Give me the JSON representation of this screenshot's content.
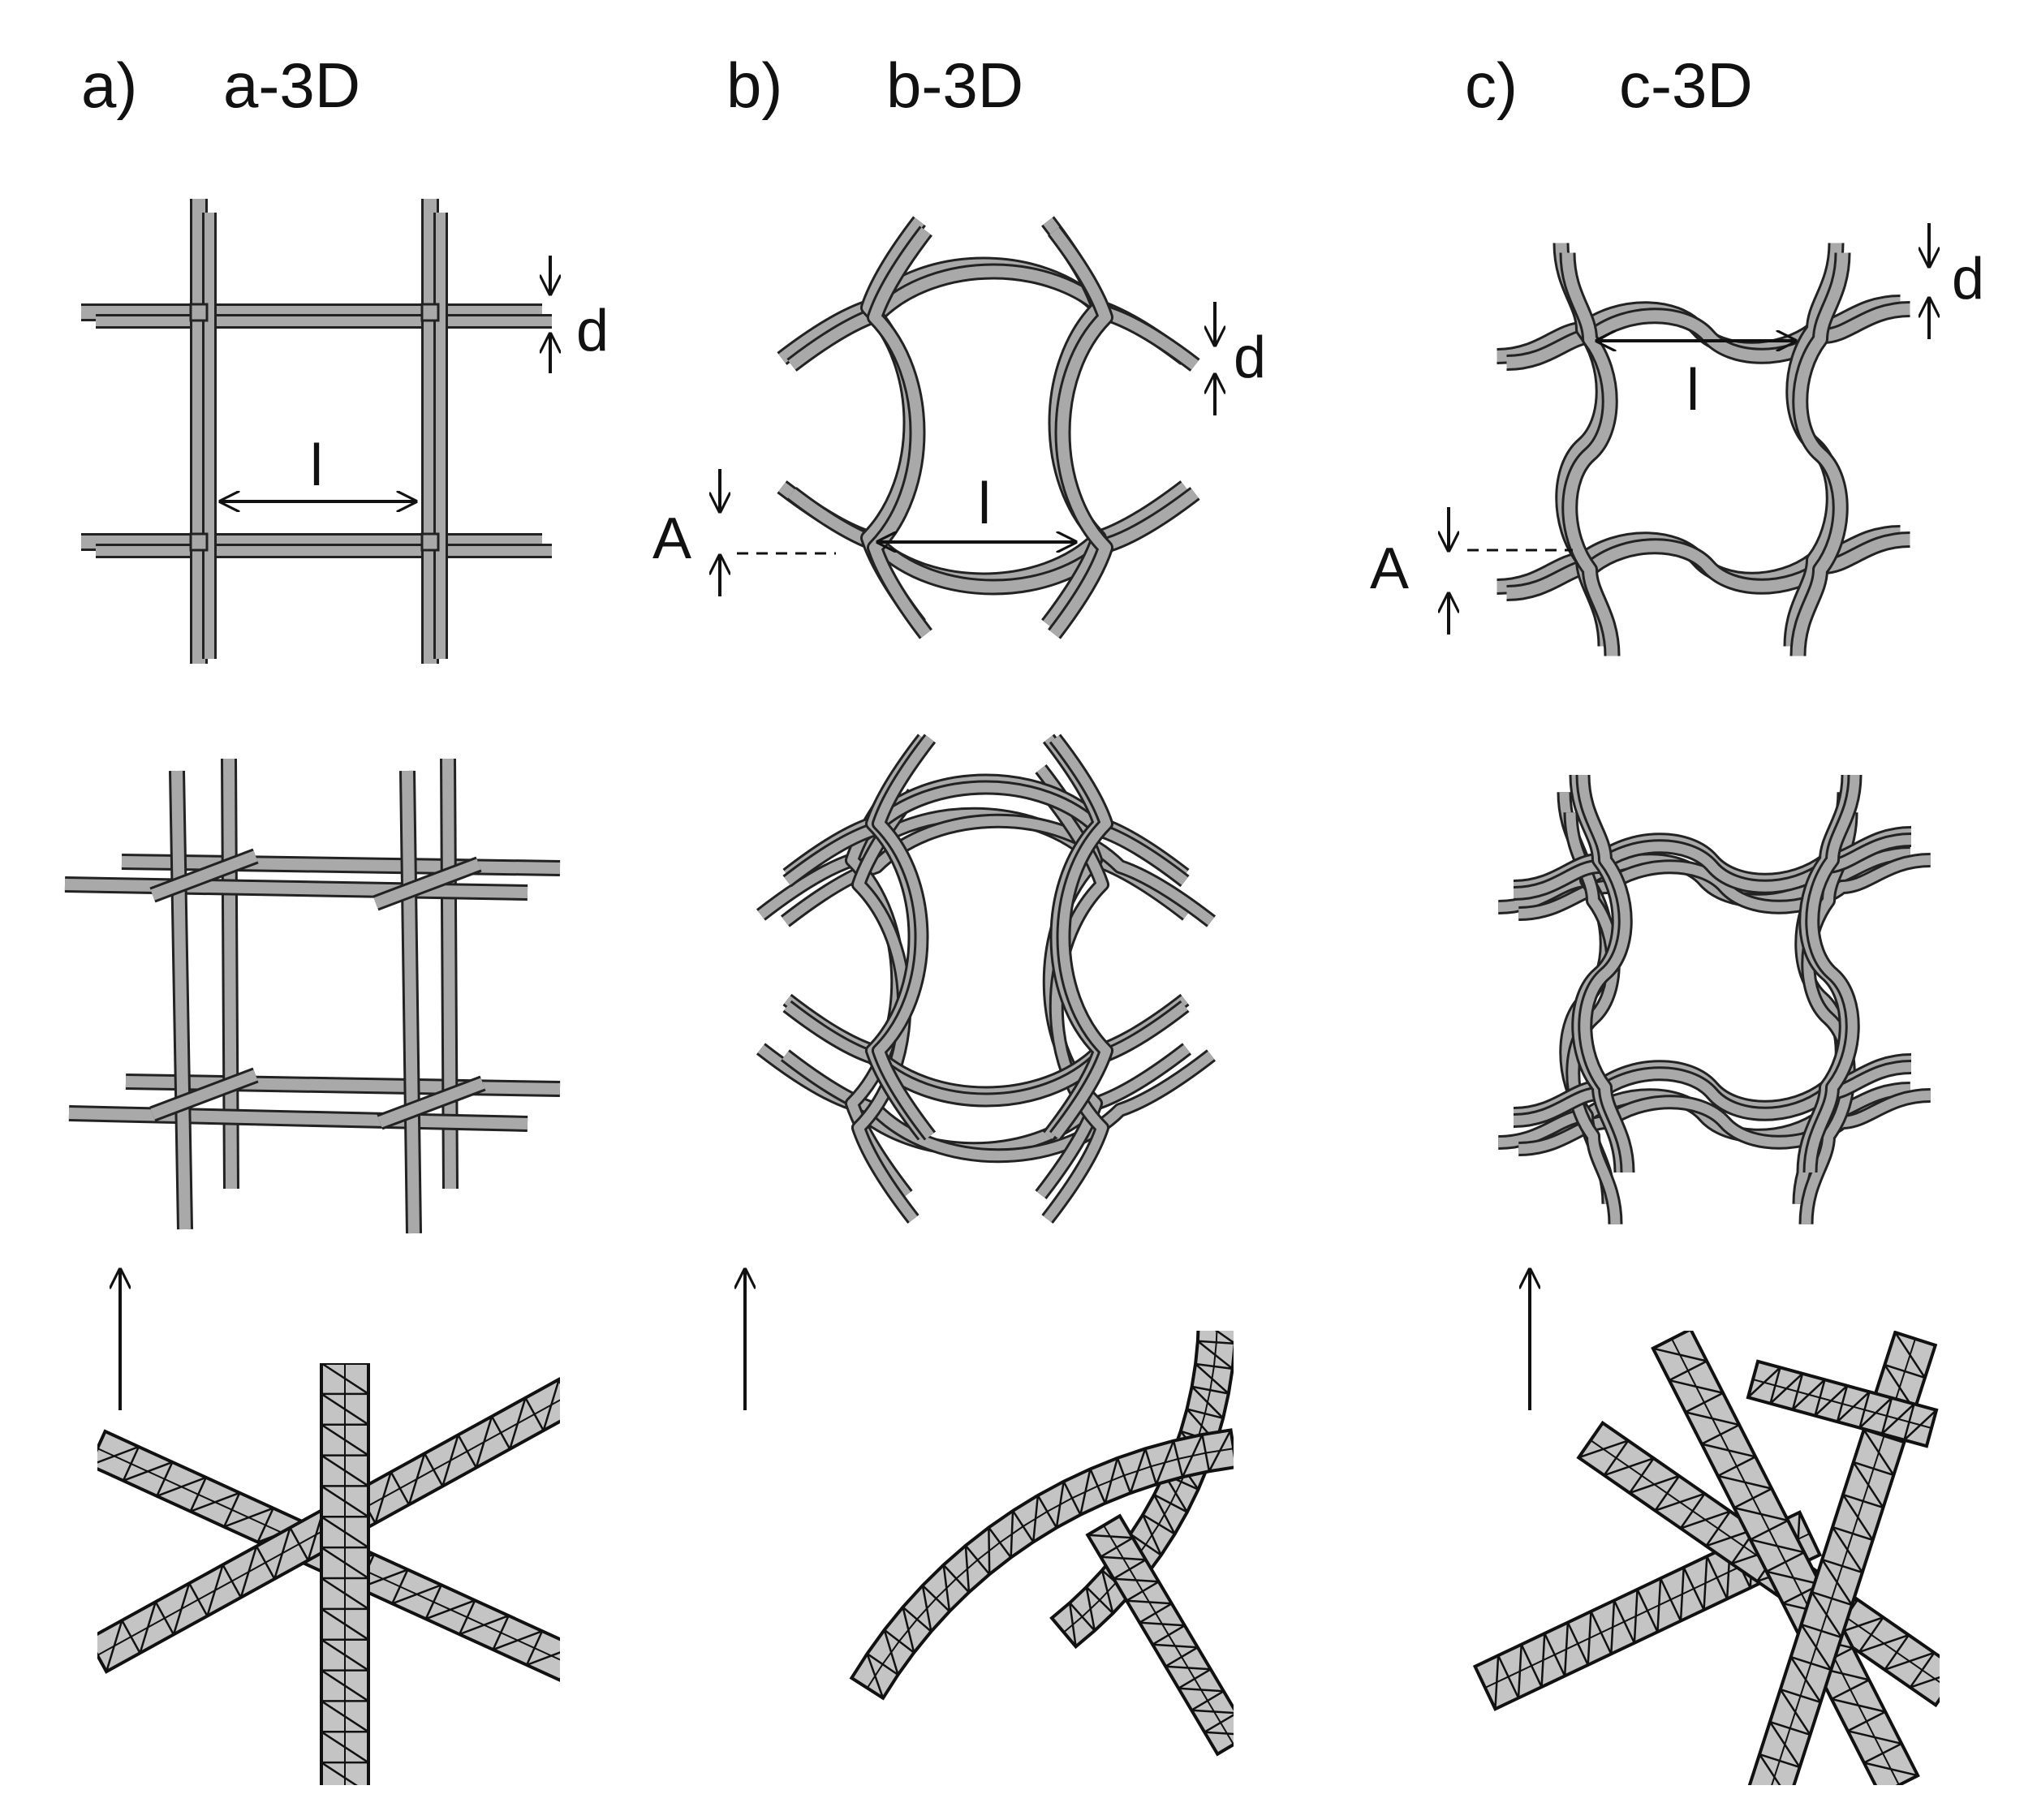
{
  "panels": [
    {
      "id": "a",
      "letter": "a)",
      "title": "a-3D"
    },
    {
      "id": "b",
      "letter": "b)",
      "title": "b-3D"
    },
    {
      "id": "c",
      "letter": "c)",
      "title": "c-3D"
    }
  ],
  "dimensions": {
    "thickness": "d",
    "length": "l",
    "amplitude": "A"
  },
  "colors": {
    "strut_fill": "#a9a9a9",
    "strut_edge": "#222222",
    "mesh_fill": "#c4c4c4",
    "ink": "#111111"
  }
}
